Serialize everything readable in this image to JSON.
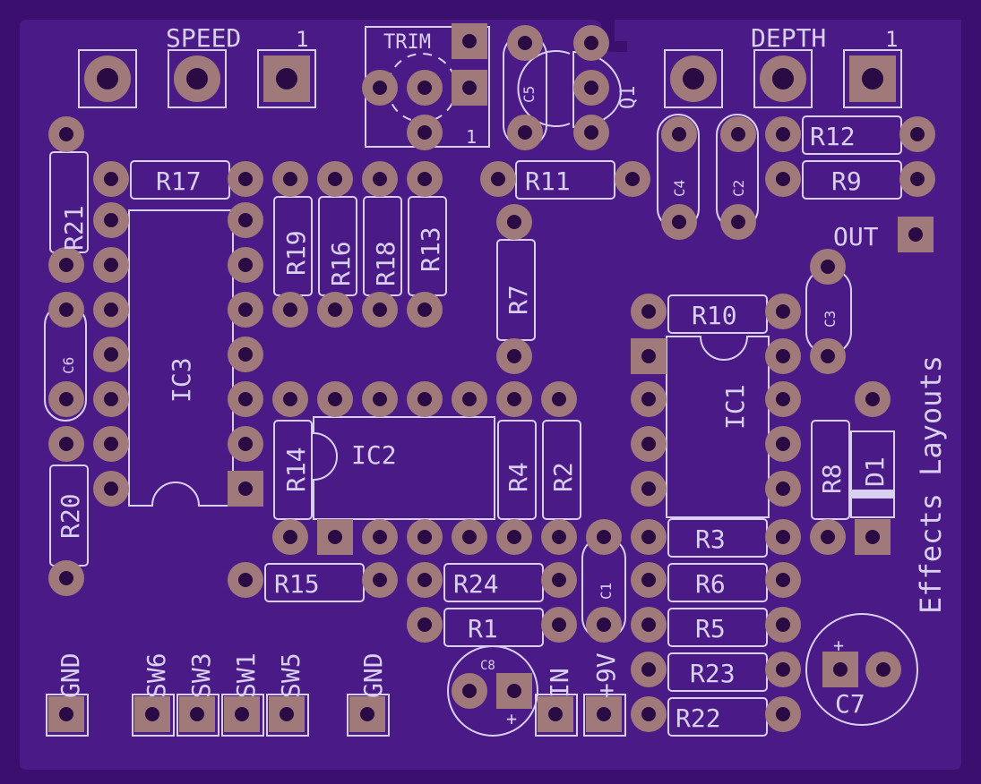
{
  "colors": {
    "board": "#3a0f6e",
    "pour": "#4a1b86",
    "silk": "#d9cff0",
    "pad": "#a07a7a",
    "hole": "#2a0b43"
  },
  "labels": {
    "speed": "SPEED",
    "speed_pin1": "1",
    "depth": "DEPTH",
    "depth_pin1": "1",
    "trim": "TRIM",
    "trim_pin1": "1",
    "out": "OUT",
    "in": "IN",
    "v9": "+9V",
    "gnd_left": "GND",
    "gnd_right": "GND",
    "sw6": "SW6",
    "sw3": "SW3",
    "sw1": "SW1",
    "sw5": "SW5",
    "effects": "Effects Layouts",
    "plus_c8": "+",
    "plus_c7": "+"
  },
  "components": {
    "r17": "R17",
    "r21": "R21",
    "r19": "R19",
    "r16": "R16",
    "r18": "R18",
    "r13": "R13",
    "r11": "R11",
    "r12": "R12",
    "r9": "R9",
    "r7": "R7",
    "r10": "R10",
    "r14": "R14",
    "r4": "R4",
    "r2": "R2",
    "r8": "R8",
    "r20": "R20",
    "r15": "R15",
    "r24": "R24",
    "r1": "R1",
    "r3": "R3",
    "r6": "R6",
    "r5": "R5",
    "r23": "R23",
    "r22": "R22",
    "c5": "C5",
    "c4": "C4",
    "c2": "C2",
    "c3": "C3",
    "c6": "C6",
    "c1": "C1",
    "c8": "C8",
    "c7": "C7",
    "q1": "Q1",
    "d1": "D1",
    "ic1": "IC1",
    "ic2": "IC2",
    "ic3": "IC3"
  }
}
